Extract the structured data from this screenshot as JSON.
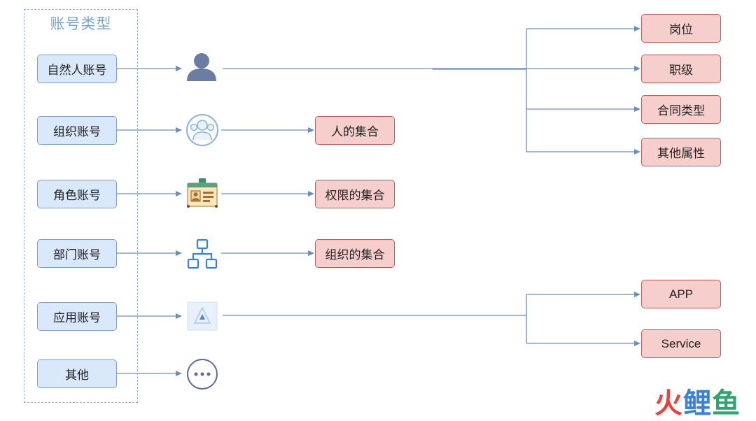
{
  "group": {
    "title": "账号类型"
  },
  "account_types": [
    {
      "label": "自然人账号"
    },
    {
      "label": "组织账号"
    },
    {
      "label": "角色账号"
    },
    {
      "label": "部门账号"
    },
    {
      "label": "应用账号"
    },
    {
      "label": "其他"
    }
  ],
  "targets": {
    "collection_people": "人的集合",
    "collection_permissions": "权限的集合",
    "collection_orgs": "组织的集合"
  },
  "person_attributes": [
    "岗位",
    "职级",
    "合同类型",
    "其他属性"
  ],
  "app_kinds": [
    "APP",
    "Service"
  ],
  "watermark": {
    "char1": "火",
    "char2": "鲤",
    "char3": "鱼"
  },
  "icons": [
    "user-icon",
    "group-icon",
    "id-card-icon",
    "org-chart-icon",
    "app-store-icon",
    "more-icon"
  ],
  "colors": {
    "blue_fill": "#dae8fc",
    "blue_stroke": "#7f9fcb",
    "red_fill": "#f6cfcd",
    "red_stroke": "#bf5d5a",
    "line": "#6c8ebf"
  }
}
